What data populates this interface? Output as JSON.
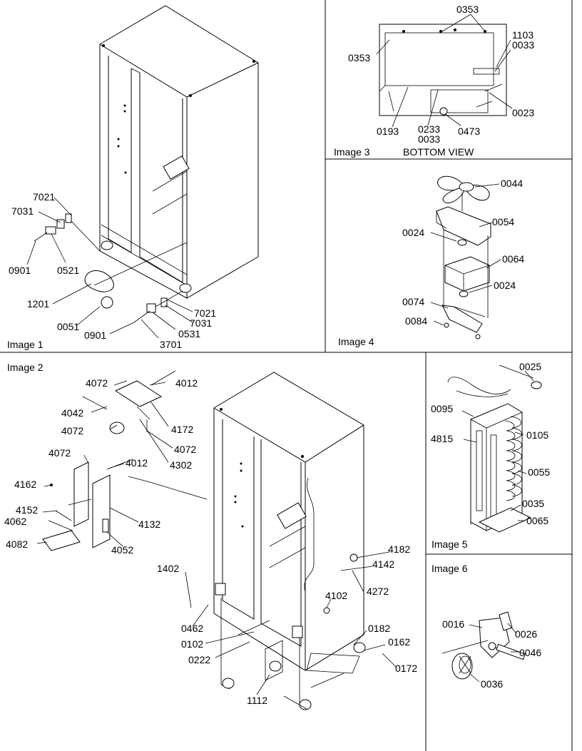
{
  "panels": {
    "image1": {
      "caption": "Image 1",
      "labels": [
        "7021",
        "7031",
        "0901",
        "0521",
        "1201",
        "0051",
        "0901",
        "3701",
        "7021",
        "7031",
        "0531"
      ]
    },
    "image2": {
      "caption": "Image 2",
      "labels": [
        "4072",
        "4012",
        "4042",
        "4172",
        "4072",
        "4072",
        "4302",
        "4072",
        "4012",
        "4162",
        "4152",
        "4062",
        "4132",
        "4082",
        "4052",
        "1402",
        "4182",
        "4142",
        "4272",
        "4102",
        "0462",
        "0182",
        "0102",
        "0162",
        "0222",
        "0172",
        "1112"
      ]
    },
    "image3": {
      "caption": "Image 3",
      "title": "BOTTOM VIEW",
      "labels": [
        "0353",
        "0353",
        "1103",
        "0033",
        "0023",
        "0193",
        "0233",
        "0033",
        "0473"
      ]
    },
    "image4": {
      "caption": "Image 4",
      "labels": [
        "0044",
        "0024",
        "0054",
        "0064",
        "0024",
        "0074",
        "0084"
      ]
    },
    "image5": {
      "caption": "Image 5",
      "labels": [
        "0025",
        "0095",
        "4815",
        "0105",
        "0055",
        "0035",
        "0065"
      ]
    },
    "image6": {
      "caption": "Image 6",
      "labels": [
        "0016",
        "0026",
        "0046",
        "0036"
      ]
    }
  }
}
